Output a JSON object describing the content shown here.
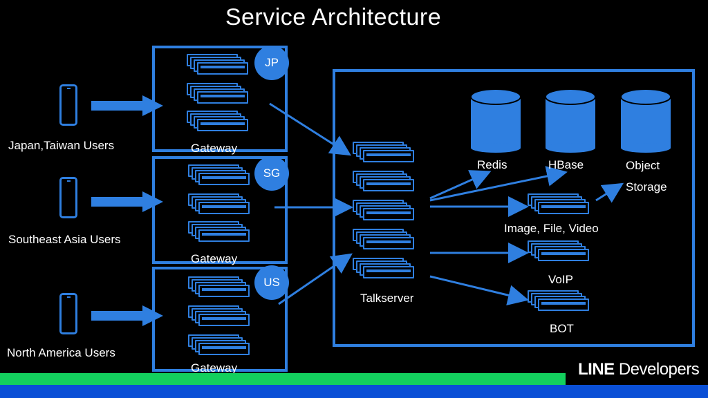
{
  "title": "Service Architecture",
  "users": [
    {
      "label": "Japan,Taiwan Users"
    },
    {
      "label": "Southeast Asia Users"
    },
    {
      "label": "North America Users"
    }
  ],
  "gateways": [
    {
      "region": "JP",
      "label": "Gateway"
    },
    {
      "region": "SG",
      "label": "Gateway"
    },
    {
      "region": "US",
      "label": "Gateway"
    }
  ],
  "talkserver": {
    "label": "Talkserver"
  },
  "storage": {
    "redis": "Redis",
    "hbase": "HBase",
    "object_line1": "Object",
    "object_line2": "Storage"
  },
  "services": {
    "media": "Image, File, Video",
    "voip": "VoIP",
    "bot": "BOT"
  },
  "brand": {
    "bold": "LINE",
    "light": "Developers"
  },
  "colors": {
    "accent": "#2f7fe0",
    "green_bar": "#13d05e",
    "blue_bar": "#0a4fd6",
    "background": "#000000"
  }
}
